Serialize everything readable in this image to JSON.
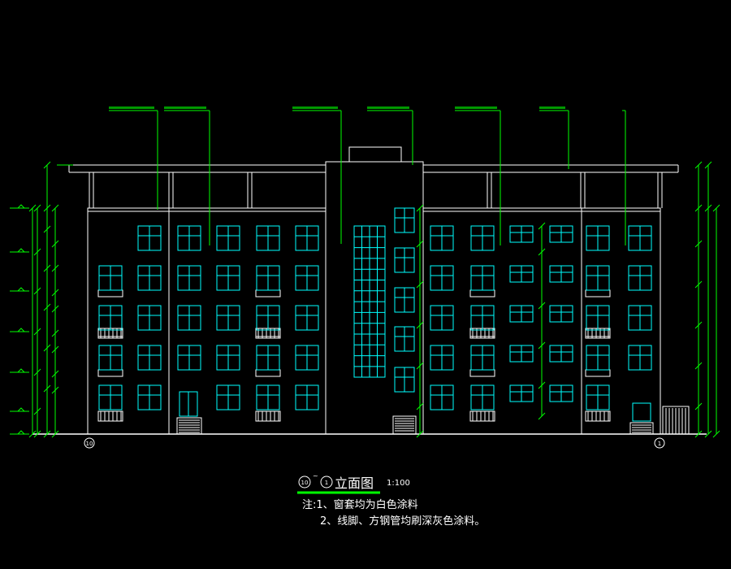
{
  "drawing": {
    "title": "立面图",
    "axis_from": "10",
    "axis_to": "1",
    "scale": "1:100",
    "notes": [
      "注:1、窗套均为白色涂料",
      "2、线脚、方钢管均刷深灰色涂料。"
    ]
  },
  "colors": {
    "background": "#000000",
    "lines": "#ffffff",
    "windows": "#00ffff",
    "leaders": "#00ff00",
    "dimensions": "#00ff00"
  }
}
